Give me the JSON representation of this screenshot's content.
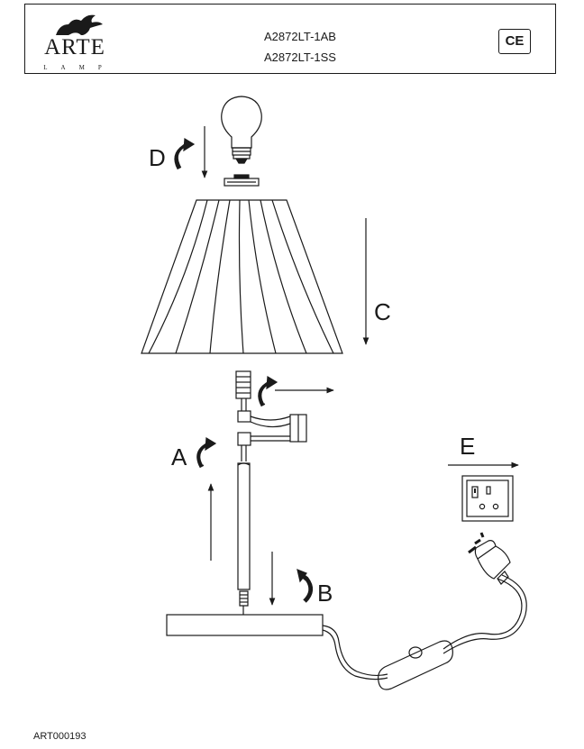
{
  "brand": {
    "name": "ARTE",
    "tagline": "LAMP"
  },
  "models": [
    "A2872LT-1AB",
    "A2872LT-1SS"
  ],
  "certification": "CE",
  "steps": {
    "a": "A",
    "b": "B",
    "c": "C",
    "d": "D",
    "e": "E"
  },
  "footer": {
    "code": "ART000193"
  },
  "icons": [
    "griffin-logo-icon",
    "ce-mark-icon",
    "light-bulb-icon",
    "rotate-arrow-icon",
    "direction-arrow-icon",
    "wall-socket-icon",
    "plug-icon",
    "inline-switch-icon"
  ]
}
